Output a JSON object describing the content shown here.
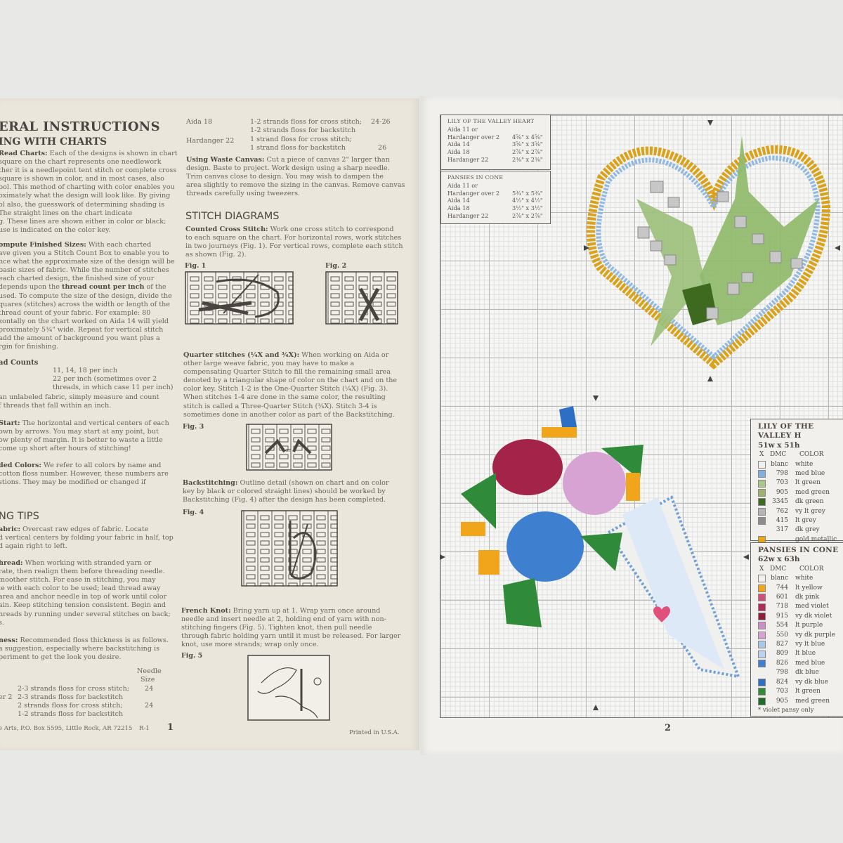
{
  "left_page": {
    "title": "ERAL INSTRUCTIONS",
    "subtitle": "ING WITH CHARTS",
    "read_charts": {
      "lead": "Read Charts:",
      "lines": [
        " Each of the designs is shown in chart",
        "square on the chart represents one needlework",
        "ther it is a needlepoint tent stitch or complete cross",
        "square is shown in color, and in most cases, also",
        "bol. This method of charting with color enables you",
        "oximately what the design will look like. By giving",
        "ol also, the guesswork of determining shading is",
        "The straight lines on the chart indicate",
        "g. These lines are shown either in color or black;",
        "use is indicated on the color key."
      ]
    },
    "finished_sizes": {
      "lead": "ompute Finished Sizes:",
      "lines": [
        " With each charted",
        "ave given you a Stitch Count Box to enable you to",
        "nce what the approximate size of the design will be",
        "basic sizes of fabric. While the number of stitches",
        "each charted design, the finished size of your",
        "depends upon the ",
        "used. To compute the size of the design, divide the",
        "quares (stitches) across the width or length of the",
        "thread count of your fabric. For example: 80",
        "zontally on the chart worked on Aida 14 will yield",
        "proximately 5¾\" wide. Repeat for vertical stitch",
        "add the amount of background you want plus a",
        "rgin for finishing."
      ],
      "bold_phrase": "thread count per inch",
      "bold_tail": " of the"
    },
    "thread_counts": {
      "heading": "ad Counts",
      "values": [
        "11, 14, 18 per inch",
        "22 per inch (sometimes over 2",
        "threads, in which case 11 per inch)"
      ],
      "lines": [
        "an unlabeled fabric, simply measure and count",
        "f threads that fall within an inch."
      ]
    },
    "start": {
      "lead": "Start:",
      "lines": [
        " The horizontal and vertical centers of each",
        "own by arrows. You may start at any point, but",
        "ow plenty of margin. It is better to waste a little",
        "come up short after hours of stitching!"
      ]
    },
    "colors": {
      "lead": "ded Colors:",
      "lines": [
        " We refer to all colors by name and",
        "cotton floss number. However, these numbers are",
        "stions. They may be modified or changed if"
      ]
    },
    "tips_heading": "NG TIPS",
    "fabric": {
      "lead": "abric:",
      "lines": [
        " Overcast raw edges of fabric. Locate",
        "d vertical centers by folding your fabric in half, top",
        "d again right to left."
      ]
    },
    "thread": {
      "lead": "hread:",
      "lines": [
        " When working with stranded yarn or",
        "rate, then realign them before threading needle.",
        "moother stitch. For ease in stitching, you may",
        "le with each color to be used; lead thread away",
        "area and anchor needle in top of work until color",
        "ain. Keep stitching tension consistent. Begin and",
        "hreads by running under several stitches on back;",
        "s."
      ]
    },
    "thickness": {
      "lead": "ness:",
      "lines": [
        " Recommended floss thickness is as follows.",
        "a suggestion, especially where backstitching is",
        "periment to get the look you desire."
      ]
    },
    "needle_header": [
      "Needle",
      "Size"
    ],
    "floss_rows": [
      {
        "fabric": "",
        "floss": "2-3 strands floss for cross stitch;",
        "needle": "24"
      },
      {
        "fabric": "er 2",
        "floss": "2-3 strands floss for backstitch",
        "needle": ""
      },
      {
        "fabric": "",
        "floss": "2 strands floss for cross stitch;",
        "needle": "24"
      },
      {
        "fabric": "",
        "floss": "1-2 strands floss for backstitch",
        "needle": ""
      }
    ],
    "footer_address": "e Arts, P.O. Box 5595, Little Rock, AR  72215",
    "footer_code": "R-1",
    "page_number": "1"
  },
  "middle_column": {
    "floss_rows": [
      {
        "fabric": "Aida 18",
        "floss": "1-2 strands floss for cross stitch;",
        "needle": "24-26"
      },
      {
        "fabric": "",
        "floss": "1-2 strands floss for backstitch",
        "needle": ""
      },
      {
        "fabric": "Hardanger 22",
        "floss": "1 strand floss for cross stitch;",
        "needle": ""
      },
      {
        "fabric": "",
        "floss": "1 strand floss for backstitch",
        "needle": "26"
      }
    ],
    "waste_canvas": {
      "lead": "Using Waste Canvas:",
      "lines": [
        " Cut a piece of canvas 2\" larger than",
        "design. Baste to project. Work design using a sharp needle.",
        "Trim canvas close to design. You may wish to dampen the",
        "area slightly to remove the sizing in the canvas. Remove canvas",
        "threads carefully using tweezers."
      ]
    },
    "stitch_heading": "STITCH DIAGRAMS",
    "counted": {
      "lead": "Counted Cross Stitch:",
      "lines": [
        " Work one cross stitch to correspond",
        "to each square on the chart. For horizontal rows, work stitches",
        "in two journeys (Fig. 1). For vertical rows, complete each stitch",
        "as shown (Fig. 2)."
      ]
    },
    "fig1": "Fig. 1",
    "fig2": "Fig. 2",
    "quarter": {
      "lead": "Quarter stitches (¼X and ¾X):",
      "lines": [
        " When working on Aida or",
        "other large weave fabric, you may have to make a",
        "compensating Quarter Stitch to fill the remaining small area",
        "denoted by a triangular shape of color on the chart and on the",
        "color key. Stitch 1-2 is the One-Quarter Stitch (¼X) (Fig. 3).",
        "When stitches 1-4 are done in the same color, the resulting",
        "stitch is called a Three-Quarter Stitch (¾X). Stitch 3-4 is",
        "sometimes done in another color as part of the Backstitching."
      ]
    },
    "fig3": "Fig. 3",
    "fig3_or": "or",
    "backstitching": {
      "lead": "Backstitching:",
      "lines": [
        " Outline detail (shown on chart and on color",
        "key by black or colored straight lines) should be worked by",
        "Backstitching (Fig. 4) after the design has been completed."
      ]
    },
    "fig4": "Fig. 4",
    "french_knot": {
      "lead": "French Knot:",
      "lines": [
        " Bring yarn up at 1. Wrap yarn once around",
        "needle and insert needle at 2, holding end of yarn with non-",
        "stitching fingers (Fig. 5). Tighten knot, then pull needle",
        "through fabric holding yarn until it must be released. For larger",
        "knot, use more strands; wrap only once."
      ]
    },
    "fig5": "Fig. 5",
    "printed": "Printed in U.S.A."
  },
  "right_page": {
    "size_boxes": [
      {
        "title": "LILY OF THE VALLEY HEART",
        "rows": [
          [
            "Aida 11 or",
            ""
          ],
          [
            "Hardanger over 2",
            "4⅝\" x 4⅝\""
          ],
          [
            "Aida 14",
            "3⅝\" x 3⅝\""
          ],
          [
            "Aida 18",
            "2⅞\" x 2⅞\""
          ],
          [
            "Hardanger 22",
            "2⅜\" x 2⅜\""
          ]
        ]
      },
      {
        "title": "PANSIES IN CONE",
        "rows": [
          [
            "Aida 11 or",
            ""
          ],
          [
            "Hardanger over 2",
            "5¾\" x 5¾\""
          ],
          [
            "Aida 14",
            "4½\" x 4½\""
          ],
          [
            "Aida 18",
            "3½\" x 3½\""
          ],
          [
            "Hardanger 22",
            "2⅞\" x 2⅞\""
          ]
        ]
      }
    ],
    "legends": [
      {
        "title": "LILY OF THE VALLEY H",
        "stitch_count": "51w x 51h",
        "col_x": "X",
        "col_dmc": "DMC",
        "col_color": "COLOR",
        "rows": [
          {
            "dmc": "blanc",
            "name": "white",
            "swatch": "#f0f0ee"
          },
          {
            "dmc": "798",
            "name": "med blue",
            "swatch": "#7fb0df"
          },
          {
            "dmc": "703",
            "name": "lt green",
            "swatch": "#a6c88a"
          },
          {
            "dmc": "905",
            "name": "med green",
            "swatch": "#9db36b"
          },
          {
            "dmc": "3345",
            "name": "dk green",
            "swatch": "#3d6a1f"
          },
          {
            "dmc": "762",
            "name": "vy lt grey",
            "swatch": "#b4b4b4"
          },
          {
            "dmc": "415",
            "name": "lt grey",
            "swatch": "#8d8d8d"
          },
          {
            "dmc": "317",
            "name": "dk grey",
            "swatch": ""
          },
          {
            "dmc": "",
            "name": "gold metallic",
            "swatch": "#e2a81a"
          }
        ]
      },
      {
        "title": "PANSIES IN CONE",
        "stitch_count": "62w x 63h",
        "col_x": "X",
        "col_dmc": "DMC",
        "col_color": "COLOR",
        "rows": [
          {
            "dmc": "blanc",
            "name": "white",
            "swatch": "#f0f0ee"
          },
          {
            "dmc": "744",
            "name": "lt yellow",
            "swatch": "#f0a51a"
          },
          {
            "dmc": "601",
            "name": "dk pink",
            "swatch": "#d24f7c"
          },
          {
            "dmc": "718",
            "name": "med violet",
            "swatch": "#b02a5a"
          },
          {
            "dmc": "915",
            "name": "vy dk violet",
            "swatch": "#8f1d3c"
          },
          {
            "dmc": "554",
            "name": "lt purple",
            "swatch": "#c98fc6"
          },
          {
            "dmc": "550",
            "name": "vy dk purple",
            "swatch": "#d6a3d3"
          },
          {
            "dmc": "827",
            "name": "vy lt blue",
            "swatch": "#a8c8ea"
          },
          {
            "dmc": "809",
            "name": "lt blue",
            "swatch": "#b8d4f0"
          },
          {
            "dmc": "826",
            "name": "med blue",
            "swatch": "#3f7fd0"
          },
          {
            "dmc": "798",
            "name": "dk blue",
            "swatch": ""
          },
          {
            "dmc": "824",
            "name": "vy dk blue",
            "swatch": "#2d6fc4"
          },
          {
            "dmc": "703",
            "name": "lt green",
            "swatch": "#2f8a3a"
          },
          {
            "dmc": "905",
            "name": "med green",
            "swatch": "#1f6b2a"
          }
        ],
        "footnote": "* violet pansy only"
      }
    ],
    "page_number": "2"
  },
  "colors": {
    "left_paper": "#ebe6dc",
    "right_paper": "#f1f0ec",
    "ink": "#5a5450",
    "heart_border_blue": "#8fb9e3",
    "gold": "#d9a21a"
  }
}
